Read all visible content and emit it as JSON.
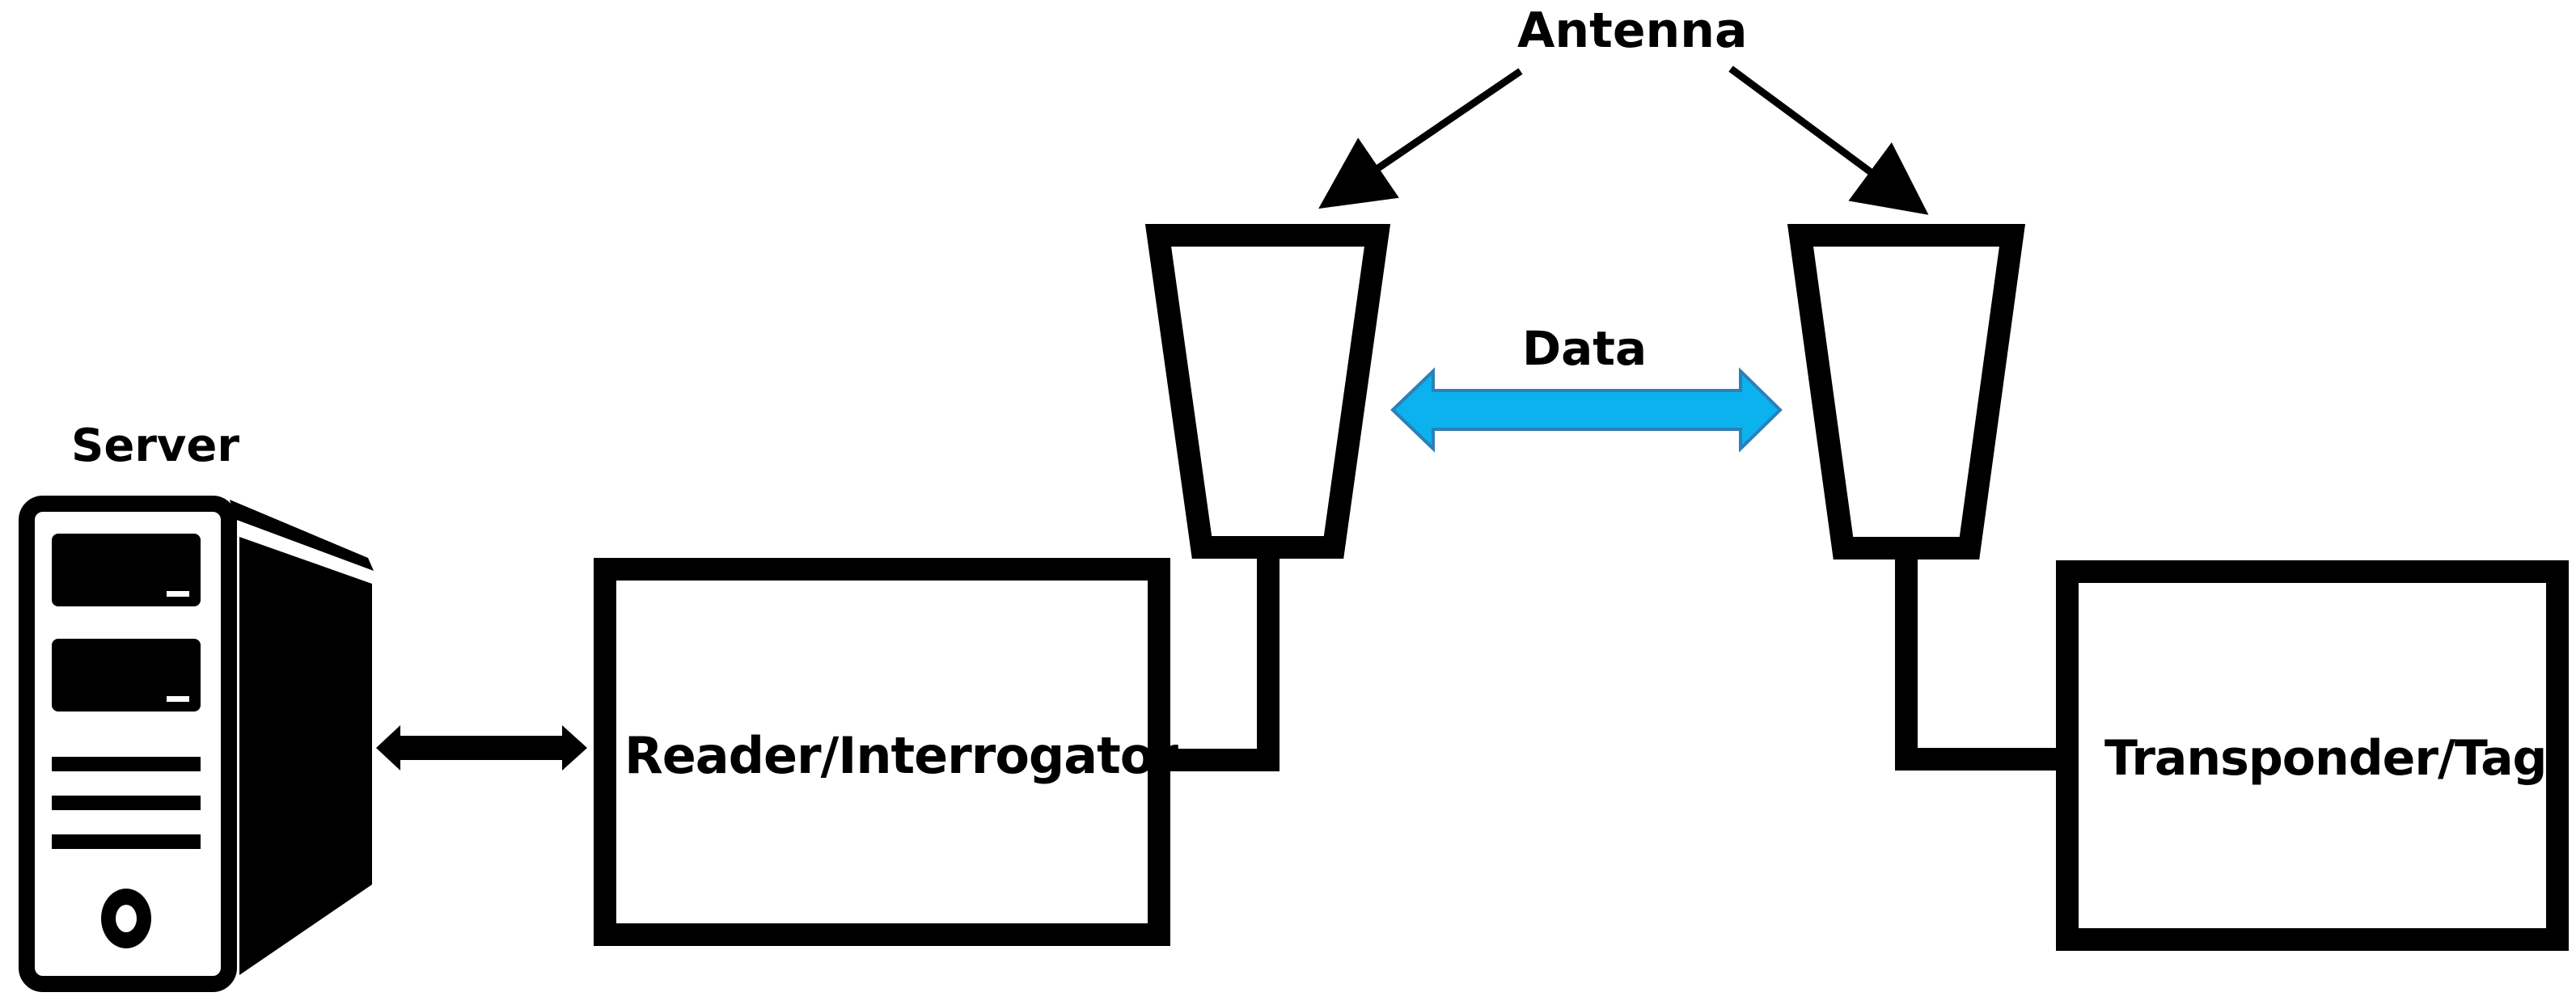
{
  "labels": {
    "antenna": "Antenna",
    "data": "Data",
    "server": "Server",
    "reader": "Reader/Interrogator",
    "tag": "Transponder/Tag"
  },
  "colors": {
    "stroke": "#000000",
    "data_arrow_fill": "#0bb2ee",
    "data_arrow_stroke": "#2d7fb8",
    "background": "#ffffff"
  },
  "icons": {
    "server": "server-tower-icon",
    "antenna": "horn-antenna-icon"
  }
}
